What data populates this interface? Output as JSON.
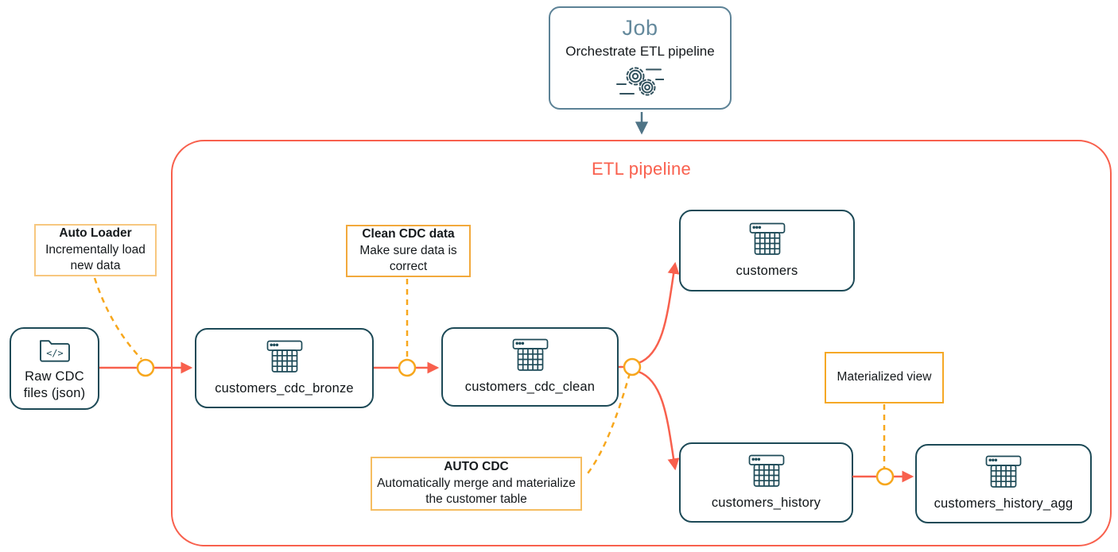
{
  "job": {
    "title": "Job",
    "subtitle": "Orchestrate ETL pipeline",
    "icon": "gears-icon"
  },
  "pipeline": {
    "title": "ETL pipeline"
  },
  "source": {
    "label": "Raw CDC files (json)",
    "icon": "folder-code-icon"
  },
  "nodes": [
    {
      "id": "customers_cdc_bronze",
      "label": "customers_cdc_bronze",
      "icon": "table-icon"
    },
    {
      "id": "customers_cdc_clean",
      "label": "customers_cdc_clean",
      "icon": "table-icon"
    },
    {
      "id": "customers",
      "label": "customers",
      "icon": "table-icon"
    },
    {
      "id": "customers_history",
      "label": "customers_history",
      "icon": "table-icon"
    },
    {
      "id": "customers_history_agg",
      "label": "customers_history_agg",
      "icon": "table-icon"
    }
  ],
  "annotations": [
    {
      "id": "auto-loader",
      "title": "Auto Loader",
      "body": "Incrementally load new data"
    },
    {
      "id": "clean-cdc-data",
      "title": "Clean CDC data",
      "body": "Make sure data is correct"
    },
    {
      "id": "auto-cdc",
      "title": "AUTO CDC",
      "body": "Automatically merge and materialize the customer table"
    },
    {
      "id": "materialized-view",
      "title": "",
      "body": "Materialized view"
    }
  ],
  "colors": {
    "pipeline_red": "#f8604d",
    "node_border_teal": "#1d4a57",
    "connector_yellow": "#f7a71d",
    "annotation_border_orange": "#f2a93c",
    "job_border_slate": "#5c8296",
    "job_title_slate": "#64899c",
    "text": "#15191c"
  }
}
